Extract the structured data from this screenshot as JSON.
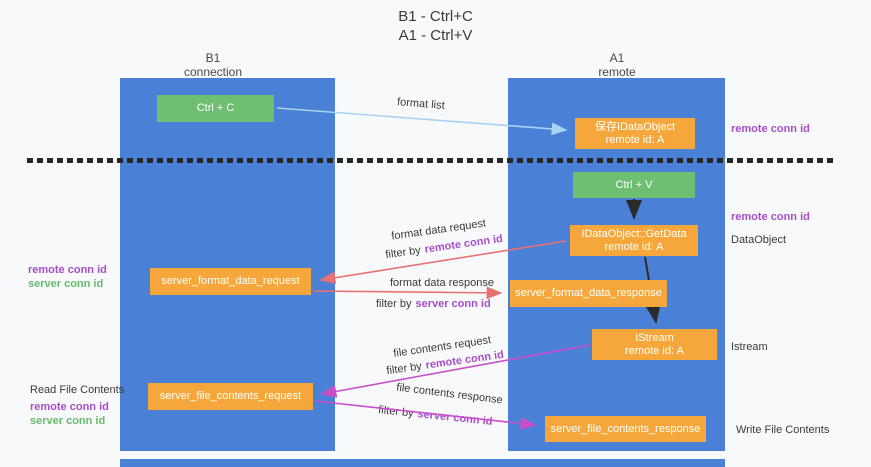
{
  "title": {
    "line1": "B1 - Ctrl+C",
    "line2": "A1 - Ctrl+V"
  },
  "lifelines": {
    "left": {
      "name": "B1",
      "role": "connection"
    },
    "right": {
      "name": "A1",
      "role": "remote"
    }
  },
  "nodes": {
    "ctrl_c": {
      "label": "Ctrl + C"
    },
    "ctrl_v": {
      "label": "Ctrl + V"
    },
    "save_dataobject": {
      "line1": "保存IDataObject",
      "line2": "remote id: A"
    },
    "getdata": {
      "line1": "IDataObject::GetData",
      "line2": "remote id: A"
    },
    "istream": {
      "line1": "IStream",
      "line2": "remote id: A"
    },
    "server_format_data_request": {
      "label": "server_format_data_request"
    },
    "server_format_data_response": {
      "label": "server_format_data_response"
    },
    "server_file_contents_request": {
      "label": "server_file_contents_request"
    },
    "server_file_contents_response": {
      "label": "server_file_contents_response"
    }
  },
  "arrow_labels": {
    "format_list": "format list",
    "format_data_request": "format data request",
    "format_data_response": "format data response",
    "file_contents_request": "file contents request",
    "file_contents_response": "file contents response",
    "filter_by": "filter by",
    "remote_conn_id": "remote conn id",
    "server_conn_id": "server conn id"
  },
  "side_labels": {
    "right_remote_conn_id_top": "remote conn id",
    "right_remote_conn_id_mid": "remote conn id",
    "dataobject": "DataObject",
    "istream": "Istream",
    "write_file_contents": "Write File Contents",
    "read_file_contents": "Read File Contents",
    "left_remote_conn_id_top": "remote conn id",
    "left_server_conn_id_top": "server conn id",
    "left_remote_conn_id_bottom": "remote conn id",
    "left_server_conn_id_bottom": "server conn id"
  },
  "colors": {
    "lifeline_blue": "#4A80D5",
    "node_orange": "#F6A73B",
    "node_green": "#6FBF72",
    "arrow_red": "#E87272",
    "arrow_magenta": "#C94FC9",
    "arrow_lightblue": "#A9D3F2",
    "arrow_black": "#2B2B2B",
    "text_purple": "#A64FC8",
    "text_green": "#67BB6B",
    "background": "#F8F9FA"
  }
}
